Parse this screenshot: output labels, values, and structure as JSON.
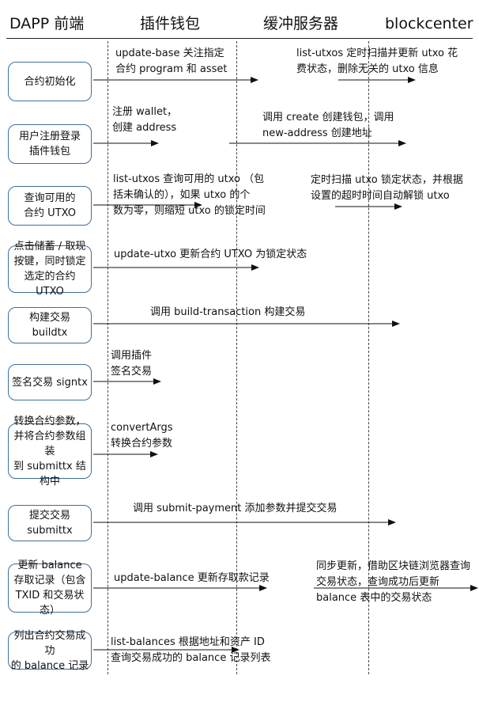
{
  "headers": {
    "frontend": "DAPP 前端",
    "wallet": "插件钱包",
    "buffer": "缓冲服务器",
    "blockcenter": "blockcenter"
  },
  "steps": [
    "合约初始化",
    "用户注册登录\n插件钱包",
    "查询可用的\n合约 UTXO",
    "点击储蓄 / 取现\n按键，同时锁定\n选定的合约 UTXO",
    "构建交易 buildtx",
    "签名交易 signtx",
    "转换合约参数，\n并将合约参数组装\n到 submittx 结构中",
    "提交交易 submittx",
    "更新 balance\n存取记录（包含\nTXID 和交易状态）",
    "列出合约交易成功\n的 balance 记录"
  ],
  "notes": {
    "init_wallet": "update-base 关注指定\n合约 program 和 asset",
    "init_buffer": "list-utxos 定时扫描并更新 utxo 花\n费状态，删除无关的 utxo 信息",
    "register_wallet": "注册 wallet，\n创建 address",
    "register_buffer": "调用 create 创建钱包，调用\nnew-address 创建地址",
    "query_wallet": "list-utxos 查询可用的 utxo （包\n括未确认的），如果 utxo 的个\n数为零，则缩短 utxo 的锁定时间",
    "query_buffer": "定时扫描 utxo 锁定状态，并根据\n设置的超时时间自动解锁 utxo",
    "lock_wallet": "update-utxo 更新合约 UTXO 为锁定状态",
    "build": "调用 build-transaction 构建交易",
    "sign": "调用插件\n签名交易",
    "convert": "convertArgs\n转换合约参数",
    "submit": "调用 submit-payment 添加参数并提交交易",
    "update_wallet": "update-balance 更新存取款记录",
    "update_buffer": "同步更新，借助区块链浏览器查询\n交易状态，查询成功后更新\nbalance 表中的交易状态",
    "list_wallet": "list-balances 根据地址和资产 ID\n查询交易成功的 balance 记录列表"
  },
  "colors": {
    "box_border": "#3f6f99",
    "line": "#222222",
    "text": "#111111"
  }
}
